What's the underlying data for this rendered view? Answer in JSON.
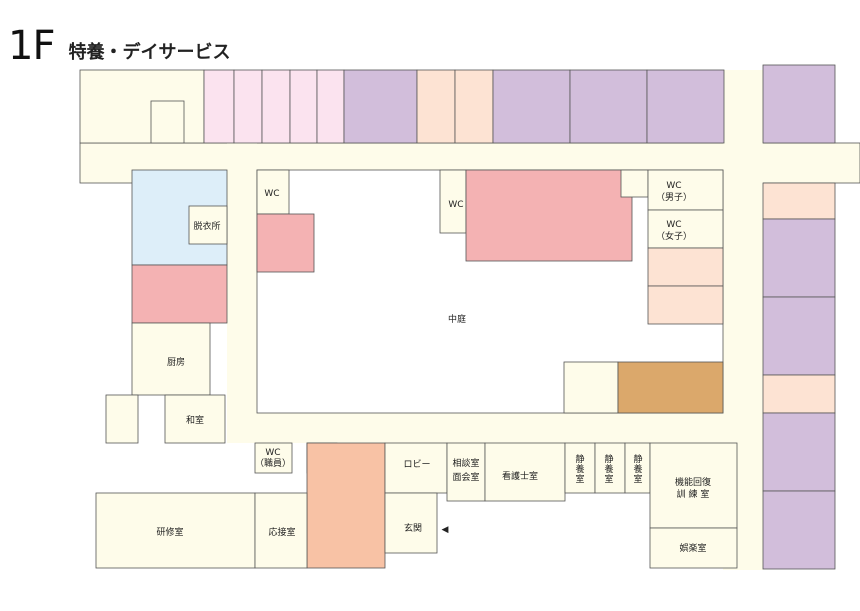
{
  "header": {
    "floor_label": "1F",
    "floor_name": "特養・デイサービス"
  },
  "colors": {
    "floor": "#fefcea",
    "bath": "#ddeef9",
    "pink_light": "#fbe3ef",
    "lavender": "#d2bedb",
    "peach": "#fde3d3",
    "salmon": "#f4b2b3",
    "orange": "#f8c2a5",
    "tan": "#dba86b",
    "white": "#ffffff"
  },
  "labels": {
    "wc_left": "WC",
    "wc_center": "WC",
    "wc_men_1": "WC",
    "wc_men_2": "（男子）",
    "wc_women_1": "WC",
    "wc_women_2": "（女子）",
    "dressing": "脱衣所",
    "courtyard": "中庭",
    "kitchen": "厨房",
    "japanese_room": "和室",
    "wc_staff_1": "WC",
    "wc_staff_2": "（職員）",
    "lobby": "ロビー",
    "consult_1": "相談室",
    "consult_2": "面会室",
    "nurse": "看護士室",
    "rest_1": "静",
    "rest_2": "養",
    "rest_3": "室",
    "rehab_1": "機能回復",
    "rehab_2": "訓 練 室",
    "training": "研修室",
    "reception": "応接室",
    "entrance": "玄関",
    "entrance_arrow": "◀",
    "recreation": "娯楽室"
  }
}
